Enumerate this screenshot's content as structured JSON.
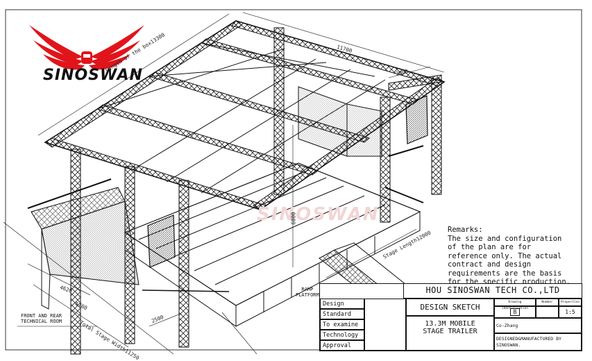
{
  "brand": {
    "name": "SINOSWAN",
    "watermark": "SINOSWAN",
    "logo_color": "#e0151b"
  },
  "remarks": {
    "heading": "Remarks:",
    "lines": [
      "The size and configuration",
      "of the plan are for",
      "reference only. The actual",
      "contract and design",
      "requirements are the basis",
      "for the specific production."
    ]
  },
  "dimensions": {
    "box_length": "Length of the box13300",
    "top_11700": "11700",
    "right_2000": "2000",
    "stage_length": "Stage Length12000",
    "height_6000": "6000",
    "d_4620": "4620",
    "d_6780": "6780",
    "stage_width": "Total Stage Width11250",
    "d_2500": "2500"
  },
  "labels": {
    "front_rear": [
      "FRONT AND REAR",
      "TECHNICAL ROOM"
    ],
    "ramp": [
      "RAMP",
      "PLATFORM"
    ]
  },
  "title_block": {
    "company": "HOU SINOSWAN TECH CO.,LTD",
    "rows": [
      "Design",
      "Standard",
      "To examine",
      "Technology",
      "Approval"
    ],
    "drawing_title": "DESIGN SKETCH",
    "product": [
      "13.3M MOBILE",
      "STAGE TRAILER"
    ],
    "col_heads": [
      "Drawing identification",
      "Number",
      "Proportion"
    ],
    "identification": "B",
    "proportion": "1:5",
    "designer": "Co-Zhang",
    "manufactured": [
      "DESIGNED&MANUFACTURED BY",
      "SINOSWAN."
    ]
  }
}
